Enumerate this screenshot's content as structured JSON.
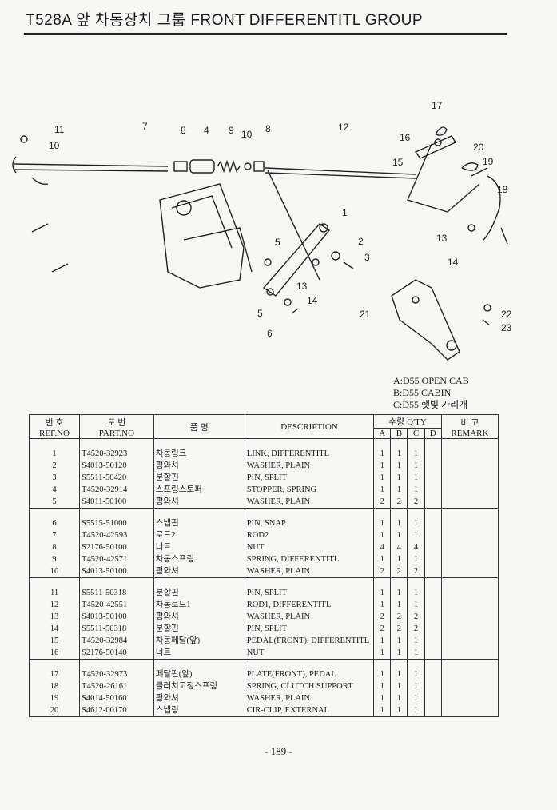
{
  "page": {
    "title": "T528A 앞 차동장치 그룹 FRONT DIFFERENTITL GROUP",
    "page_number": "- 189 -"
  },
  "diagram": {
    "callouts": [
      "1",
      "2",
      "3",
      "4",
      "5",
      "5",
      "6",
      "7",
      "8",
      "8",
      "9",
      "10",
      "11",
      "10",
      "12",
      "13",
      "14",
      "13",
      "14",
      "15",
      "16",
      "17",
      "18",
      "19",
      "20",
      "21",
      "22",
      "23"
    ]
  },
  "legend": {
    "a": "A:D55 OPEN CAB",
    "b": "B:D55 CABIN",
    "c": "C:D55 햇빛 가리개"
  },
  "table": {
    "headers": {
      "ref_kor": "번 호",
      "ref_eng": "REF.NO",
      "part_kor": "도 번",
      "part_eng": "PART.NO",
      "name_kor": "품 명",
      "desc": "DESCRIPTION",
      "qty_kor": "수량",
      "qty_eng": "Q'TY",
      "remark_kor": "비 고",
      "remark_eng": "REMARK",
      "col_a": "A",
      "col_b": "B",
      "col_c": "C",
      "col_d": "D"
    },
    "groups": [
      [
        {
          "ref": "1",
          "part": "T4520-32923",
          "kor": "차동링크",
          "desc": "LINK, DIFFERENTITL",
          "a": "1",
          "b": "1",
          "c": "1",
          "d": ""
        },
        {
          "ref": "2",
          "part": "S4013-50120",
          "kor": "평와셔",
          "desc": "WASHER, PLAIN",
          "a": "1",
          "b": "1",
          "c": "1",
          "d": ""
        },
        {
          "ref": "3",
          "part": "S5511-50420",
          "kor": "분할핀",
          "desc": "PIN, SPLIT",
          "a": "1",
          "b": "1",
          "c": "1",
          "d": ""
        },
        {
          "ref": "4",
          "part": "T4520-32914",
          "kor": "스프링스토퍼",
          "desc": "STOPPER, SPRING",
          "a": "1",
          "b": "1",
          "c": "1",
          "d": ""
        },
        {
          "ref": "5",
          "part": "S4011-50100",
          "kor": "평와셔",
          "desc": "WASHER, PLAIN",
          "a": "2",
          "b": "2",
          "c": "2",
          "d": ""
        }
      ],
      [
        {
          "ref": "6",
          "part": "S5515-51000",
          "kor": "스냅핀",
          "desc": "PIN, SNAP",
          "a": "1",
          "b": "1",
          "c": "1",
          "d": ""
        },
        {
          "ref": "7",
          "part": "T4520-42593",
          "kor": "로드2",
          "desc": "ROD2",
          "a": "1",
          "b": "1",
          "c": "1",
          "d": ""
        },
        {
          "ref": "8",
          "part": "S2176-50100",
          "kor": "너트",
          "desc": "NUT",
          "a": "4",
          "b": "4",
          "c": "4",
          "d": ""
        },
        {
          "ref": "9",
          "part": "T4520-42571",
          "kor": "차동스프링",
          "desc": "SPRING, DIFFERENTITL",
          "a": "1",
          "b": "1",
          "c": "1",
          "d": ""
        },
        {
          "ref": "10",
          "part": "S4013-50100",
          "kor": "평와셔",
          "desc": "WASHER, PLAIN",
          "a": "2",
          "b": "2",
          "c": "2",
          "d": ""
        }
      ],
      [
        {
          "ref": "11",
          "part": "S5511-50318",
          "kor": "분할핀",
          "desc": "PIN, SPLIT",
          "a": "1",
          "b": "1",
          "c": "1",
          "d": ""
        },
        {
          "ref": "12",
          "part": "T4520-42551",
          "kor": "차동로드1",
          "desc": "ROD1, DIFFERENTITL",
          "a": "1",
          "b": "1",
          "c": "1",
          "d": ""
        },
        {
          "ref": "13",
          "part": "S4013-50100",
          "kor": "평와셔",
          "desc": "WASHER, PLAIN",
          "a": "2",
          "b": "2",
          "c": "2",
          "d": ""
        },
        {
          "ref": "14",
          "part": "S5511-50318",
          "kor": "분할핀",
          "desc": "PIN, SPLIT",
          "a": "2",
          "b": "2",
          "c": "2",
          "d": ""
        },
        {
          "ref": "15",
          "part": "T4520-32984",
          "kor": "차동페달(앞)",
          "desc": "PEDAL(FRONT), DIFFERENTITL",
          "a": "1",
          "b": "1",
          "c": "1",
          "d": ""
        },
        {
          "ref": "16",
          "part": "S2176-50140",
          "kor": "너트",
          "desc": "NUT",
          "a": "1",
          "b": "1",
          "c": "1",
          "d": ""
        }
      ],
      [
        {
          "ref": "17",
          "part": "T4520-32973",
          "kor": "페달판(앞)",
          "desc": "PLATE(FRONT), PEDAL",
          "a": "1",
          "b": "1",
          "c": "1",
          "d": ""
        },
        {
          "ref": "18",
          "part": "T4520-26161",
          "kor": "클러치고정스프링",
          "desc": "SPRING, CLUTCH SUPPORT",
          "a": "1",
          "b": "1",
          "c": "1",
          "d": ""
        },
        {
          "ref": "19",
          "part": "S4014-50160",
          "kor": "평와셔",
          "desc": "WASHER, PLAIN",
          "a": "1",
          "b": "1",
          "c": "1",
          "d": ""
        },
        {
          "ref": "20",
          "part": "S4612-00170",
          "kor": "스냅링",
          "desc": "CIR-CLIP, EXTERNAL",
          "a": "1",
          "b": "1",
          "c": "1",
          "d": ""
        }
      ]
    ]
  }
}
